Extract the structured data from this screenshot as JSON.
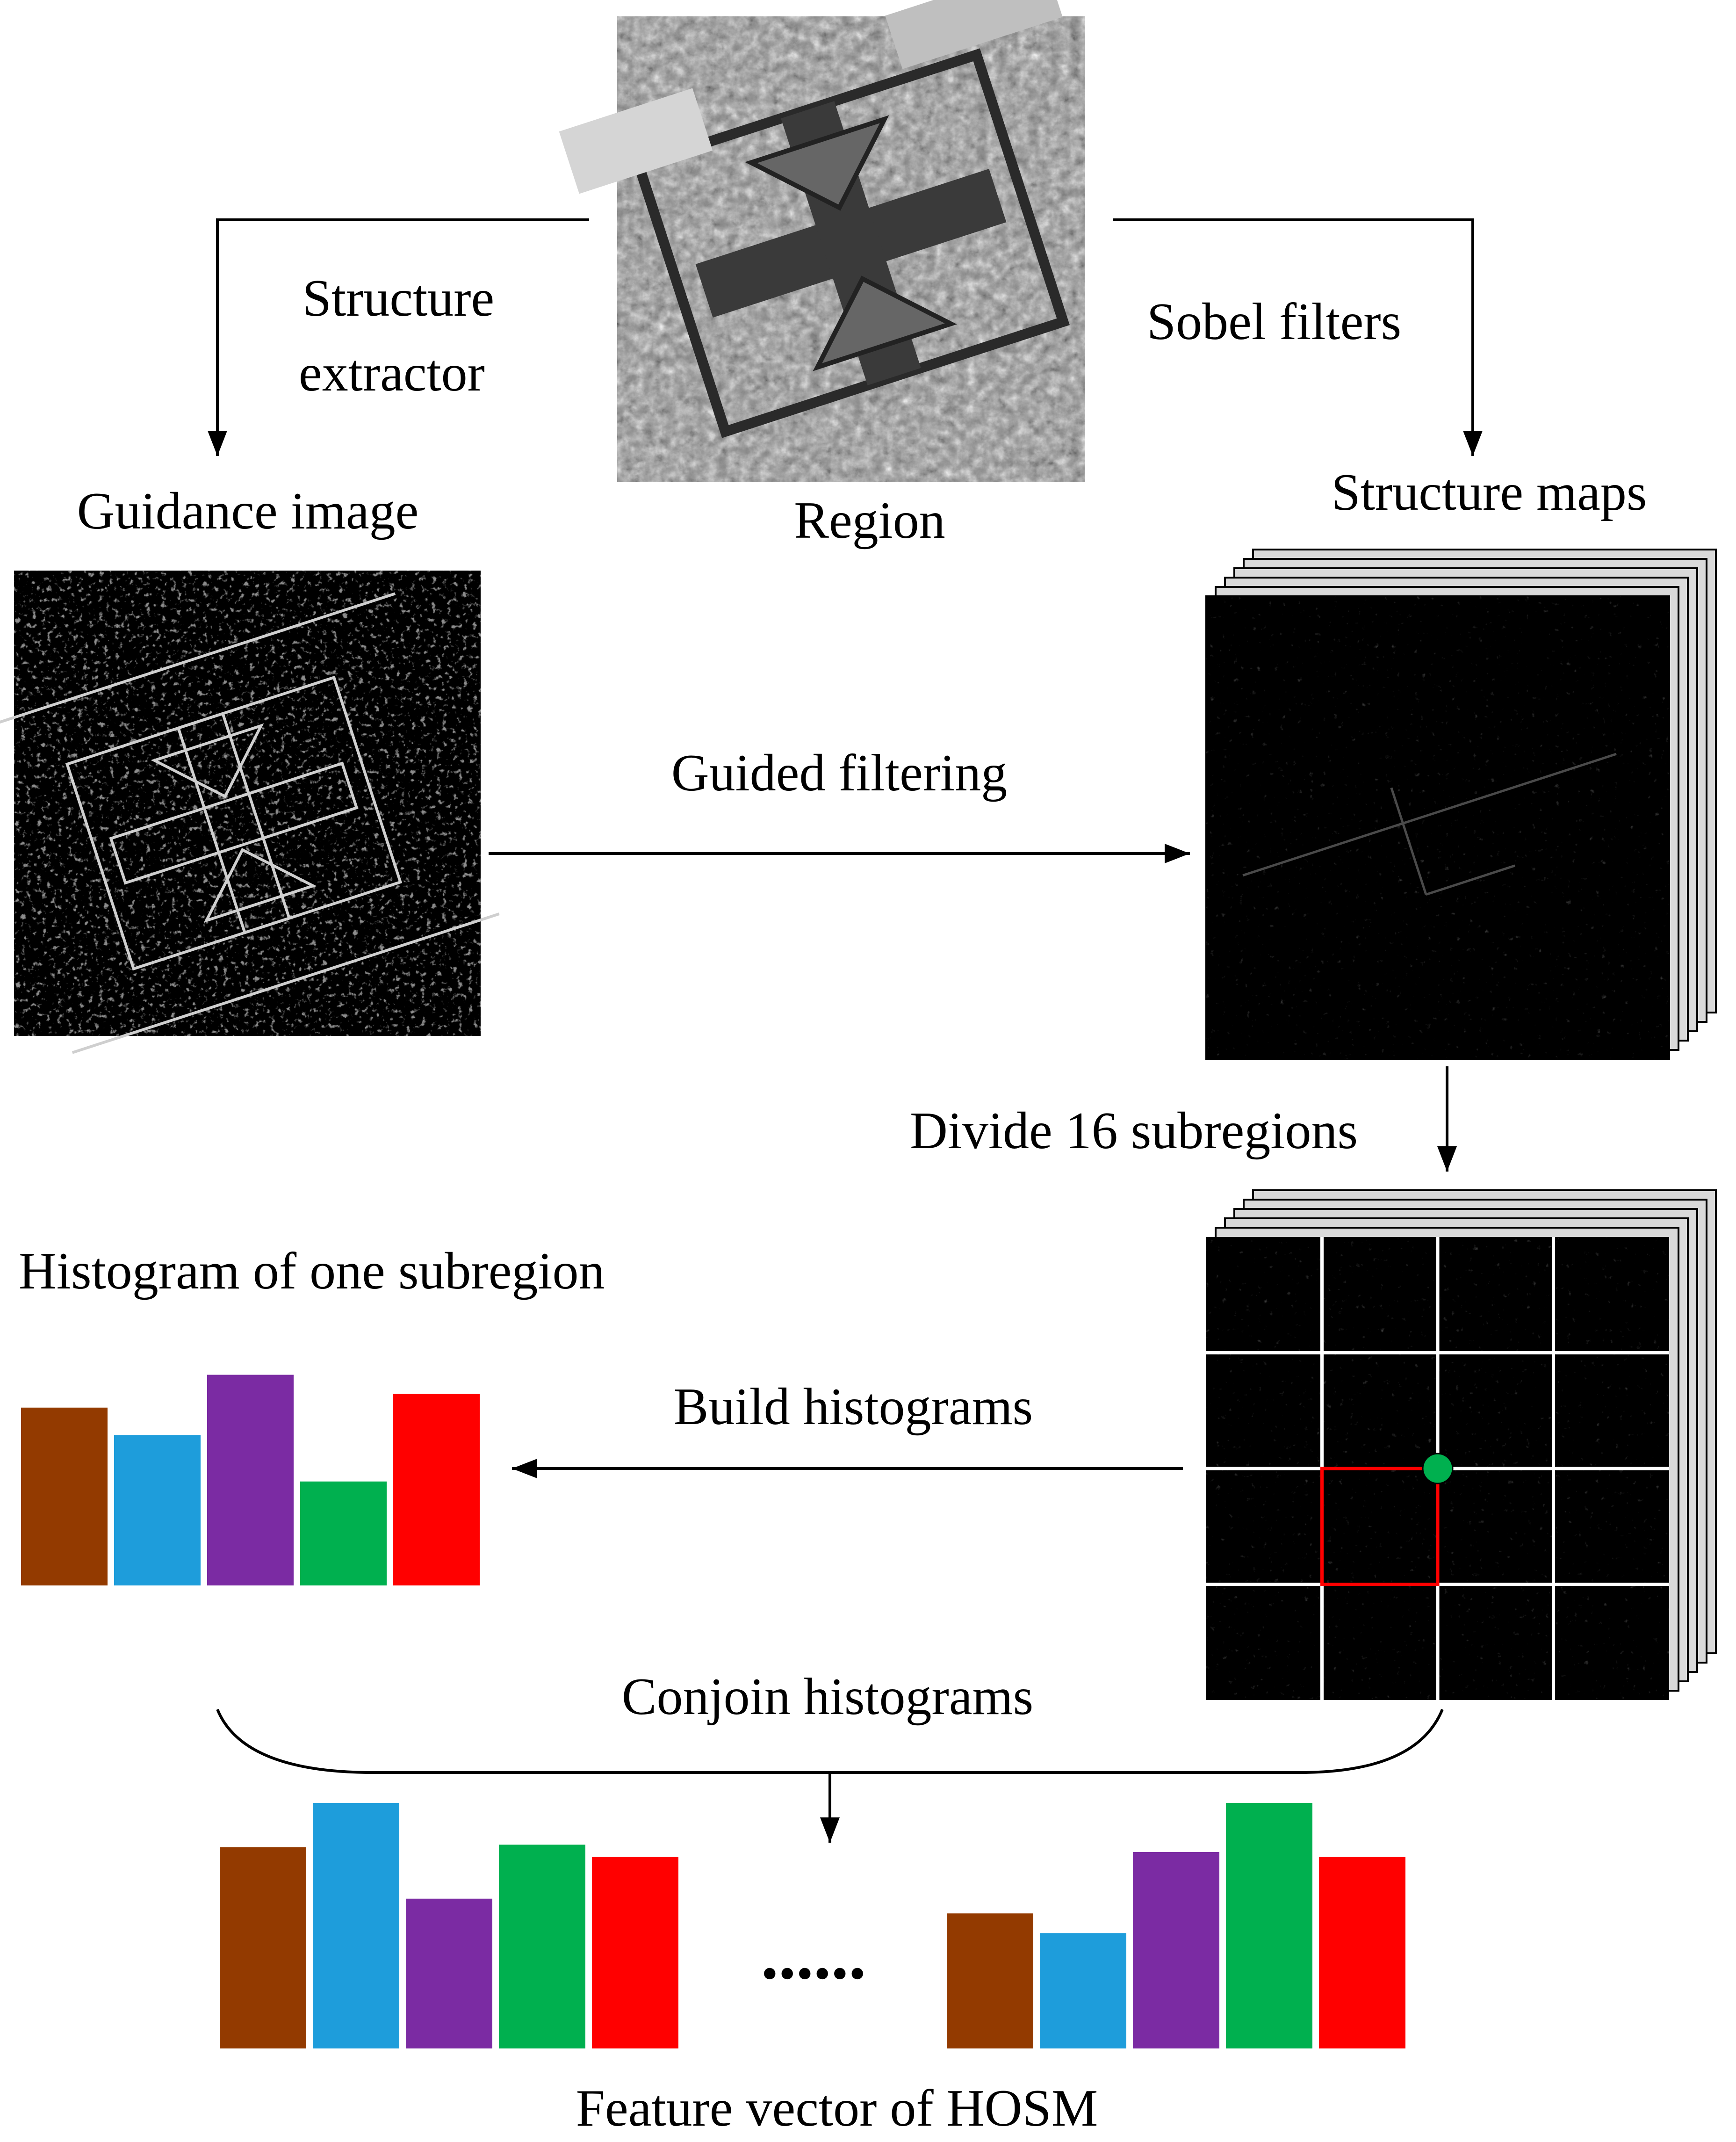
{
  "labels": {
    "structure_extractor": [
      "Structure",
      "extractor"
    ],
    "sobel_filters": "Sobel filters",
    "guidance_image": "Guidance image",
    "region": "Region",
    "structure_maps": "Structure maps",
    "guided_filtering": "Guided filtering",
    "divide_subregions": "Divide 16 subregions",
    "histogram_one_subregion": "Histogram of one subregion",
    "build_histograms": "Build histograms",
    "conjoin_histograms": "Conjoin histograms",
    "ellipsis": "......",
    "feature_vector": "Feature vector of HOSM"
  },
  "colors": {
    "bin1": "#933A00",
    "bin2": "#1E9DDB",
    "bin3": "#7B2BA3",
    "bin4": "#00B04F",
    "bin5": "#FF0000",
    "selected_subregion": "#FF0000",
    "marker": "#00B04F"
  },
  "grid": {
    "rows": 4,
    "cols": 4,
    "selected_row": 2,
    "selected_col": 1
  },
  "histograms": {
    "subregion": [
      0.65,
      0.55,
      0.77,
      0.38,
      0.7
    ],
    "feature_left": [
      0.82,
      1.0,
      0.61,
      0.83,
      0.78
    ],
    "feature_right": [
      0.55,
      0.47,
      0.8,
      1.0,
      0.78
    ]
  }
}
